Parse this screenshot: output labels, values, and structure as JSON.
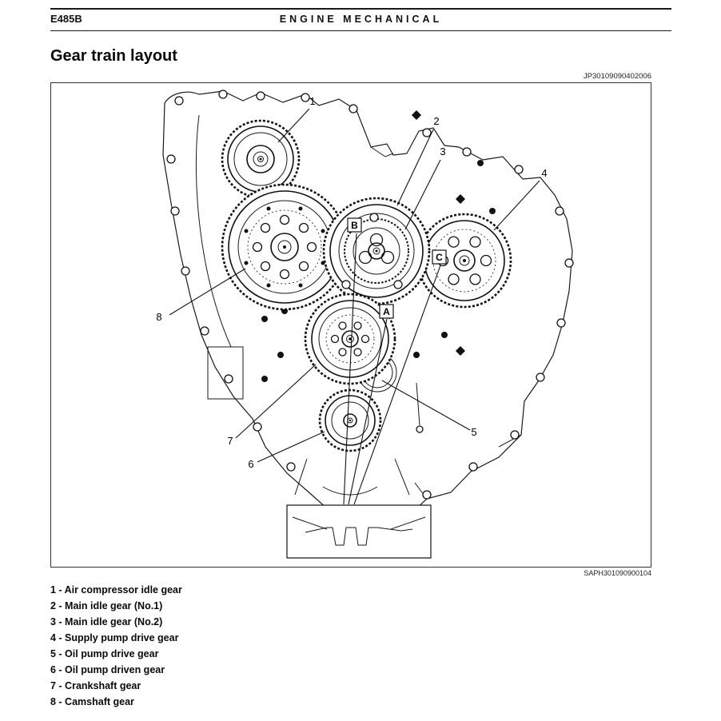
{
  "header": {
    "model": "E485B",
    "section": "ENGINE MECHANICAL"
  },
  "title": "Gear train layout",
  "codes": {
    "doc": "JP30109090402006",
    "figure": "SAPH301090900104"
  },
  "colors": {
    "ink": "#111111",
    "paper": "#ffffff"
  },
  "figure": {
    "callouts": [
      "1",
      "2",
      "3",
      "4",
      "5",
      "6",
      "7",
      "8"
    ],
    "letters": [
      "A",
      "B",
      "C"
    ]
  },
  "legend": {
    "items": [
      "1 - Air compressor idle gear",
      "2 - Main idle gear (No.1)",
      "3 - Main idle gear (No.2)",
      "4 - Supply pump drive gear",
      "5 - Oil pump drive gear",
      "6 - Oil pump driven gear",
      "7 - Crankshaft gear",
      "8 - Camshaft gear"
    ]
  }
}
